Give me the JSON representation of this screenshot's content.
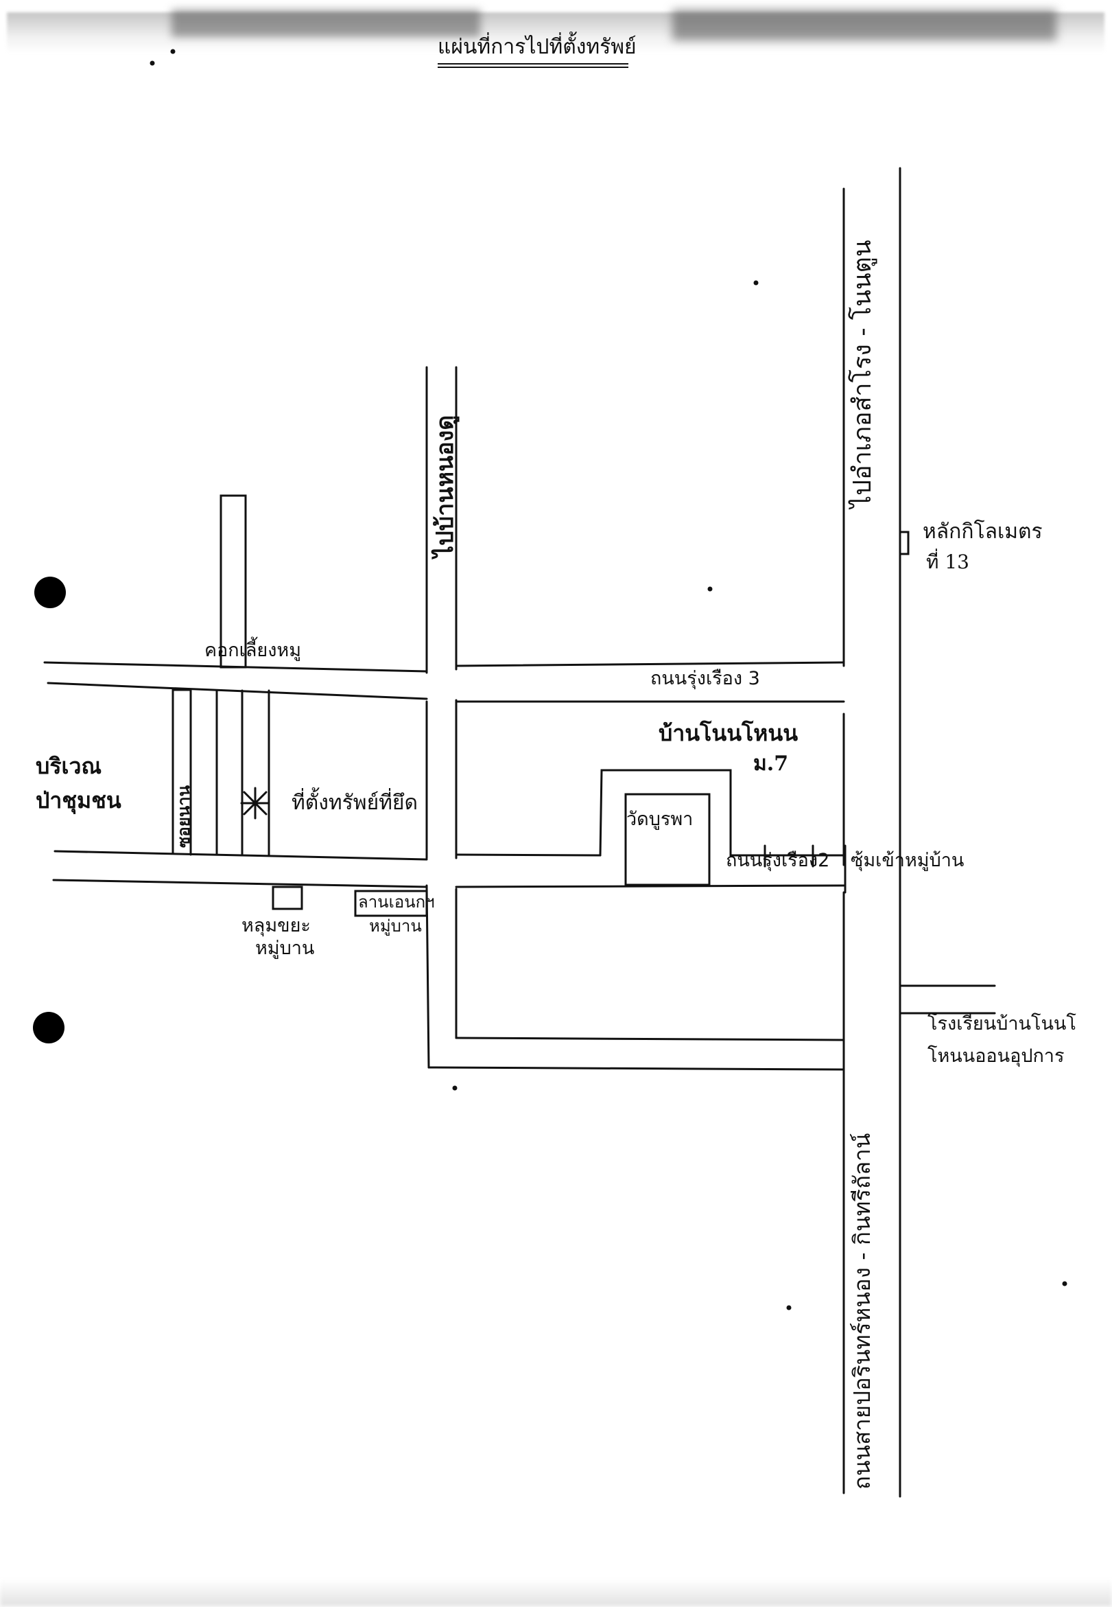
{
  "title": "แผ่นที่การไปที่ตั้งทรัพย์",
  "labels": {
    "pig_farm": "คอกเลี้ยงหมู",
    "road_rungrueang_3": "ถนนรุ่งเรือง 3",
    "village_name": "บ้านโนนโหนน",
    "village_no": "ม.7",
    "forest_area_line1": "บริเวณ",
    "forest_area_line2": "ป่าชุมชน",
    "soi": "ซอยนาน",
    "property": "ที่ตั้งทรัพย์ที่ยึด",
    "temple": "วัดบูรพา",
    "road_rungrueang_2": "ถนนรุ่งเรือง2",
    "village_gate": "ซุ้มเข้าหมู่บ้าน",
    "garbage_line1": "หลุมขยะ",
    "garbage_line2": "หมู่บาน",
    "yard_line1": "ลานเอนกฯ",
    "yard_line2": "หมู่บาน",
    "km_marker_line1": "หลักกิโลเมตร",
    "km_marker_line2": "ที่ 13",
    "school_line1": "โรงเรียนบ้านโนนโ",
    "school_line2": "โหนนออนอุปการ",
    "road_to_village": "ไปบ้านหนองดู",
    "highway_north": "ไปอำเภอสำโรง - โนนตูน",
    "highway_south": "ถนนสายปอรินทร์หนอง - กินทรีถัลาน์"
  },
  "icons": {
    "property_marker": "asterisk-marker-icon",
    "binder_hole": "punch-hole-icon"
  },
  "colors": {
    "ink": "#111111",
    "paper": "#ffffff"
  }
}
